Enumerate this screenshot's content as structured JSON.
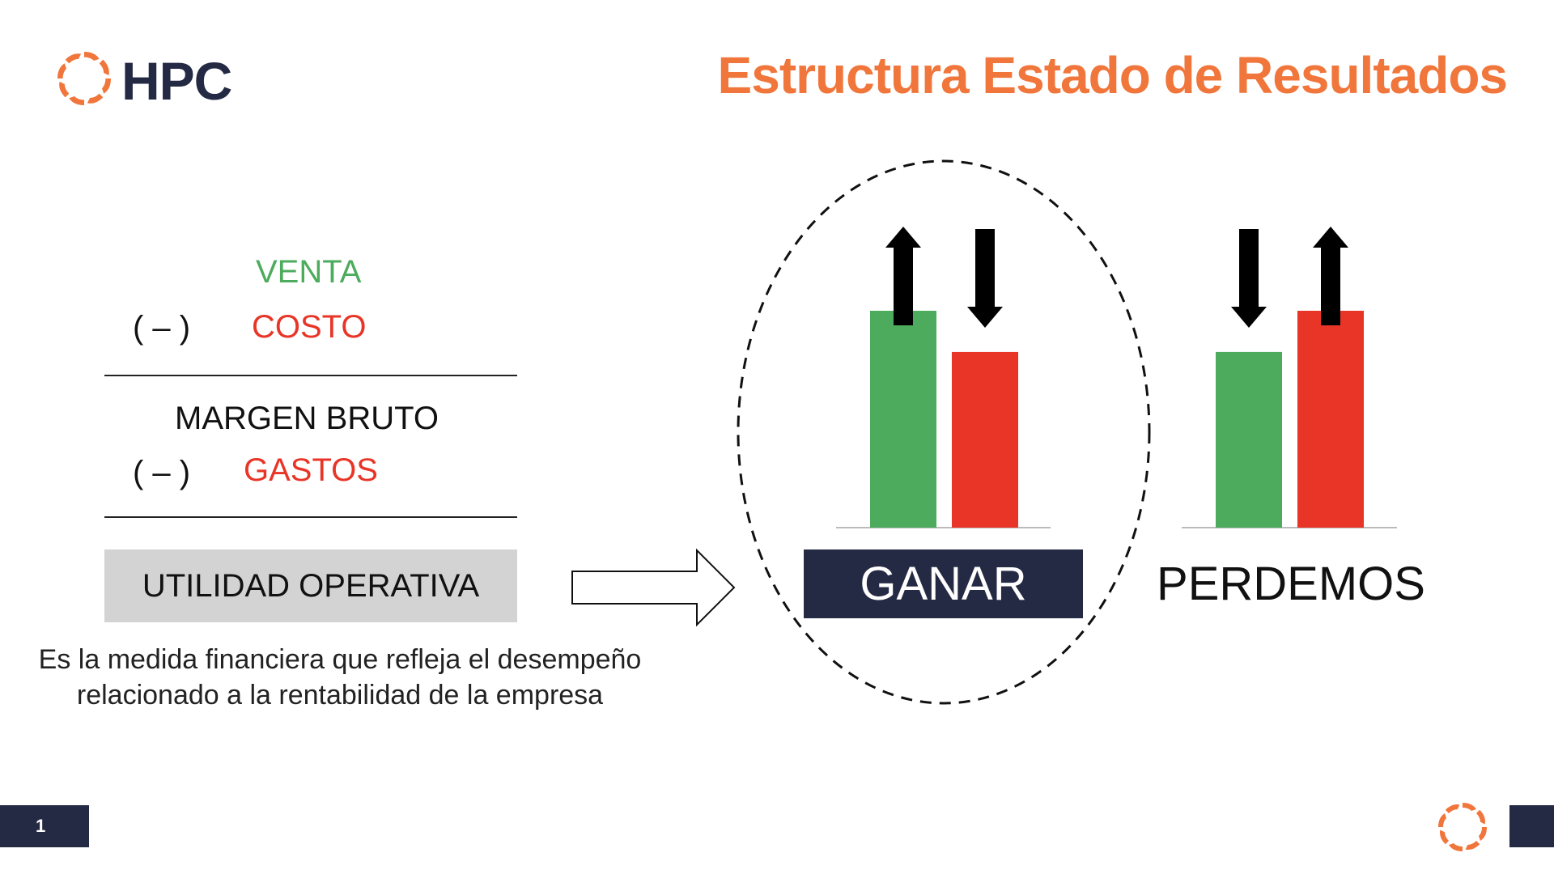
{
  "header": {
    "logo_text": "HPC",
    "title": "Estructura Estado de Resultados"
  },
  "formula": {
    "venta": "VENTA",
    "minus_1": "( – )",
    "costo": "COSTO",
    "margen_bruto": "MARGEN BRUTO",
    "minus_2": "( – )",
    "gastos": "GASTOS",
    "utilidad_operativa": "UTILIDAD OPERATIVA",
    "description": "Es la medida financiera que refleja el desempeño relacionado a la rentabilidad de la empresa"
  },
  "comparison": {
    "win_label": "GANAR",
    "lose_label": "PERDEMOS",
    "win_bars": [
      {
        "name": "venta",
        "relative_height": 1.0,
        "arrow": "up",
        "color": "#4dab5d"
      },
      {
        "name": "costo",
        "relative_height": 0.81,
        "arrow": "down",
        "color": "#e83527"
      }
    ],
    "lose_bars": [
      {
        "name": "venta",
        "relative_height": 0.81,
        "arrow": "down",
        "color": "#4dab5d"
      },
      {
        "name": "costo",
        "relative_height": 1.0,
        "arrow": "up",
        "color": "#e83527"
      }
    ]
  },
  "footer": {
    "page_number": "1"
  },
  "colors": {
    "brand_orange": "#f0763b",
    "brand_navy": "#252a44",
    "green": "#4dab5d",
    "red": "#e83527",
    "grey_box": "#d4d3d4"
  },
  "icons": [
    "hpc-logo-icon",
    "right-arrow-icon",
    "up-arrow-icon",
    "down-arrow-icon"
  ]
}
